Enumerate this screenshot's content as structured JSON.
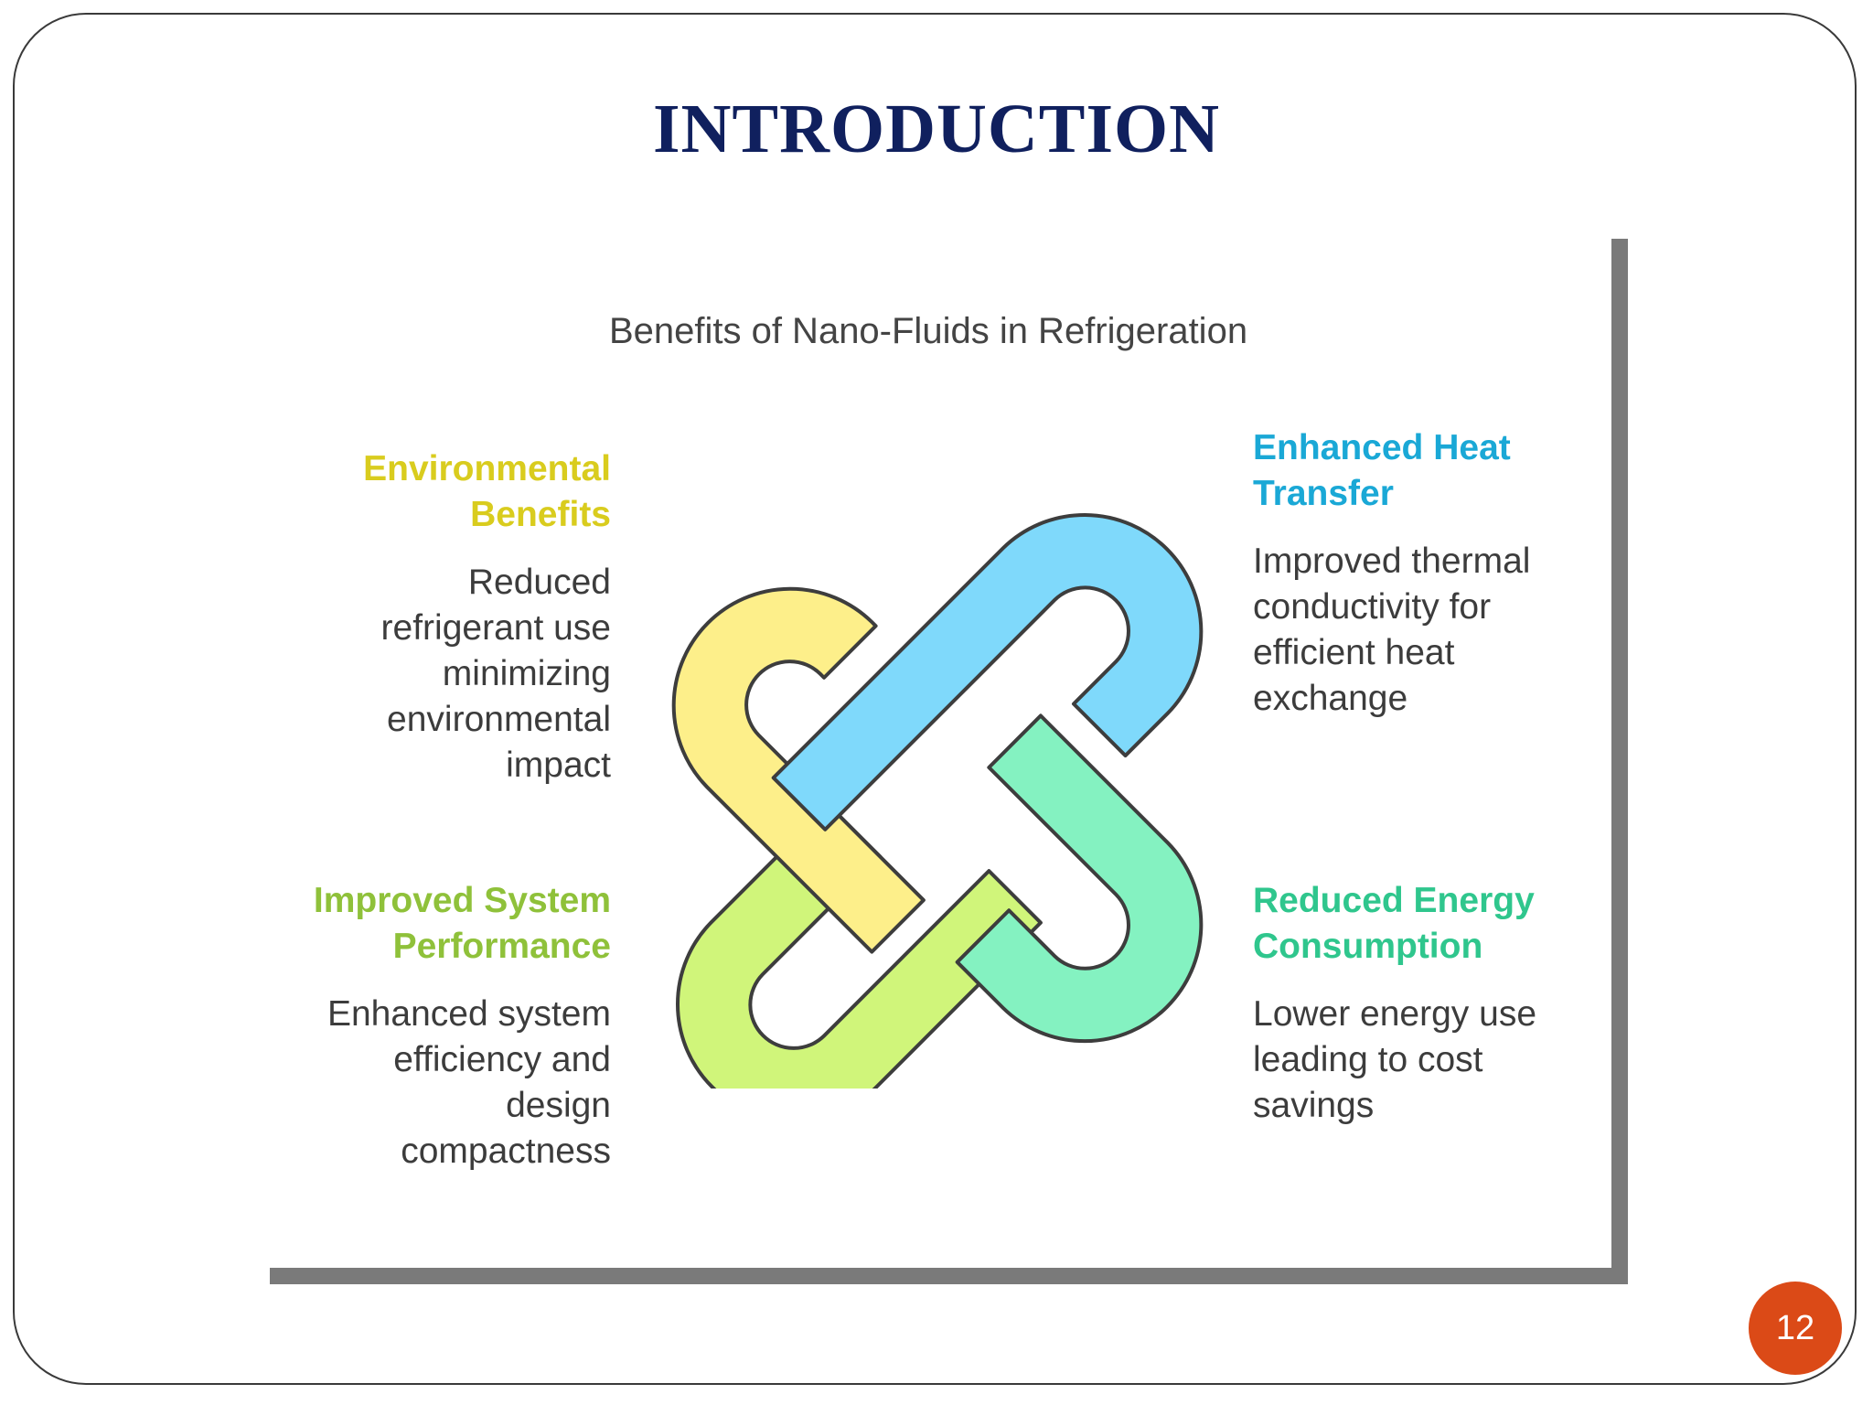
{
  "slide": {
    "title": "INTRODUCTION",
    "page_number": "12",
    "accent_color": "#db4a17",
    "title_color": "#10205e"
  },
  "diagram": {
    "subtitle": "Benefits of Nano-Fluids in Refrigeration",
    "benefits": [
      {
        "heading": "Environmental Benefits",
        "heading_lines": [
          "Environmental",
          "Benefits"
        ],
        "description_lines": [
          "Reduced",
          "refrigerant use",
          "minimizing",
          "environmental",
          "impact"
        ],
        "color": "#fdef8a"
      },
      {
        "heading": "Enhanced Heat Transfer",
        "heading_lines": [
          "Enhanced Heat",
          "Transfer"
        ],
        "description_lines": [
          "Improved thermal",
          "conductivity for",
          "efficient heat",
          "exchange"
        ],
        "color": "#7fd9fb"
      },
      {
        "heading": "Improved System Performance",
        "heading_lines": [
          "Improved System",
          "Performance"
        ],
        "description_lines": [
          "Enhanced system",
          "efficiency and",
          "design",
          "compactness"
        ],
        "color": "#d0f57a"
      },
      {
        "heading": "Reduced Energy Consumption",
        "heading_lines": [
          "Reduced Energy",
          "Consumption"
        ],
        "description_lines": [
          "Lower energy use",
          "leading to cost",
          "savings"
        ],
        "color": "#84f2c1"
      }
    ]
  }
}
